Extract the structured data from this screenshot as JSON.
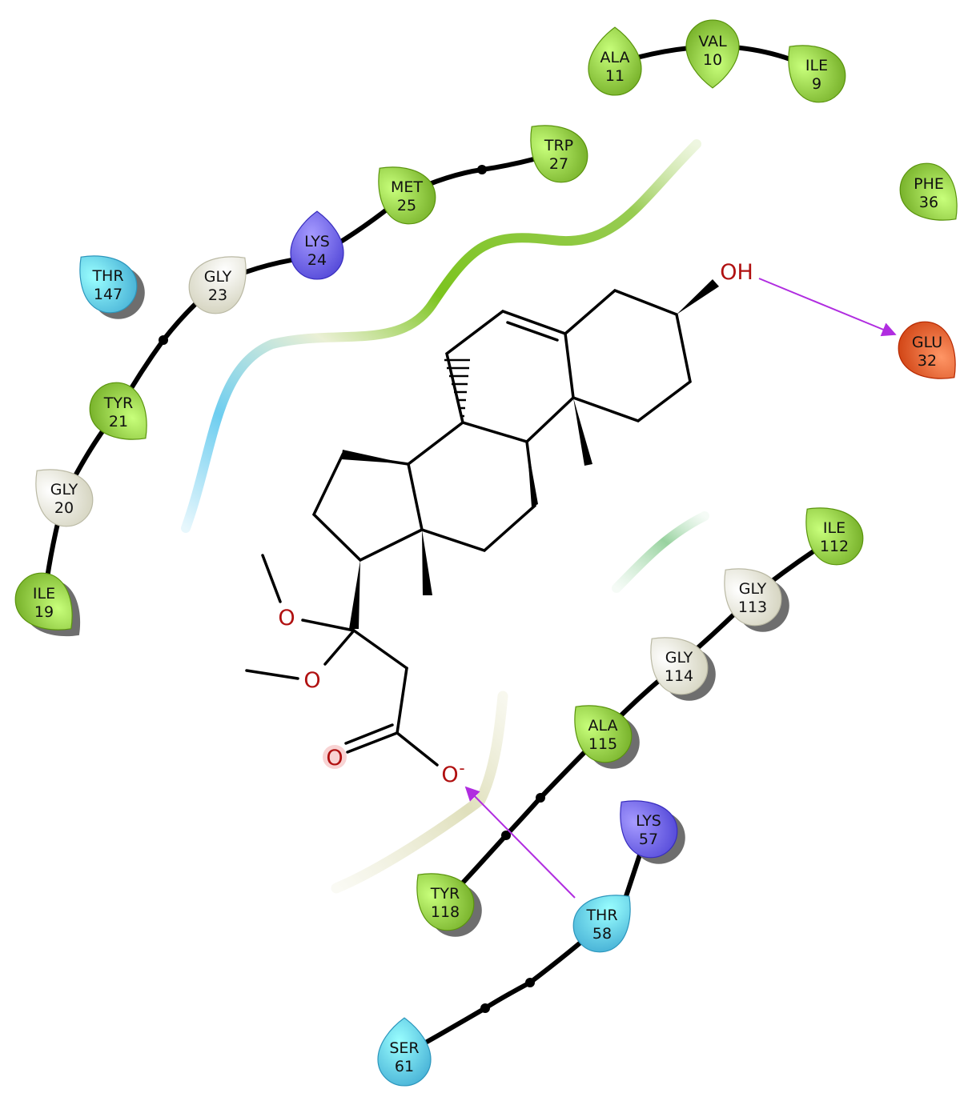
{
  "residues": [
    {
      "id": "ala11",
      "name": "ALA",
      "number": "11",
      "kind": "hydrophobic"
    },
    {
      "id": "val10",
      "name": "VAL",
      "number": "10",
      "kind": "hydrophobic"
    },
    {
      "id": "ile9",
      "name": "ILE",
      "number": "9",
      "kind": "hydrophobic"
    },
    {
      "id": "trp27",
      "name": "TRP",
      "number": "27",
      "kind": "hydrophobic"
    },
    {
      "id": "met25",
      "name": "MET",
      "number": "25",
      "kind": "hydrophobic"
    },
    {
      "id": "phe36",
      "name": "PHE",
      "number": "36",
      "kind": "hydrophobic"
    },
    {
      "id": "lys24",
      "name": "LYS",
      "number": "24",
      "kind": "positive"
    },
    {
      "id": "thr147",
      "name": "THR",
      "number": "147",
      "kind": "polar"
    },
    {
      "id": "gly23",
      "name": "GLY",
      "number": "23",
      "kind": "glycine"
    },
    {
      "id": "glu32",
      "name": "GLU",
      "number": "32",
      "kind": "negative"
    },
    {
      "id": "tyr21",
      "name": "TYR",
      "number": "21",
      "kind": "hydrophobic"
    },
    {
      "id": "gly20",
      "name": "GLY",
      "number": "20",
      "kind": "glycine"
    },
    {
      "id": "ile19",
      "name": "ILE",
      "number": "19",
      "kind": "hydrophobic"
    },
    {
      "id": "ile112",
      "name": "ILE",
      "number": "112",
      "kind": "hydrophobic"
    },
    {
      "id": "gly113",
      "name": "GLY",
      "number": "113",
      "kind": "glycine"
    },
    {
      "id": "gly114",
      "name": "GLY",
      "number": "114",
      "kind": "glycine"
    },
    {
      "id": "ala115",
      "name": "ALA",
      "number": "115",
      "kind": "hydrophobic"
    },
    {
      "id": "lys57",
      "name": "LYS",
      "number": "57",
      "kind": "positive"
    },
    {
      "id": "tyr118",
      "name": "TYR",
      "number": "118",
      "kind": "hydrophobic"
    },
    {
      "id": "thr58",
      "name": "THR",
      "number": "58",
      "kind": "polar"
    },
    {
      "id": "ser61",
      "name": "SER",
      "number": "61",
      "kind": "polar"
    }
  ],
  "atoms": {
    "hydroxyl": "OH",
    "ether_o1": "O",
    "ether_o2": "O",
    "carbonyl_o": "O",
    "carboxylate_o": "O",
    "charge": "-"
  },
  "colors": {
    "hydrophobic": "#8cc63f",
    "polar": "#5ec8ee",
    "glycine": "#ecebd6",
    "positive": "#6a5ff0",
    "negative": "#e85a2a",
    "hbond_arrow": "#b02ce0",
    "atom_text": "#b01010"
  }
}
